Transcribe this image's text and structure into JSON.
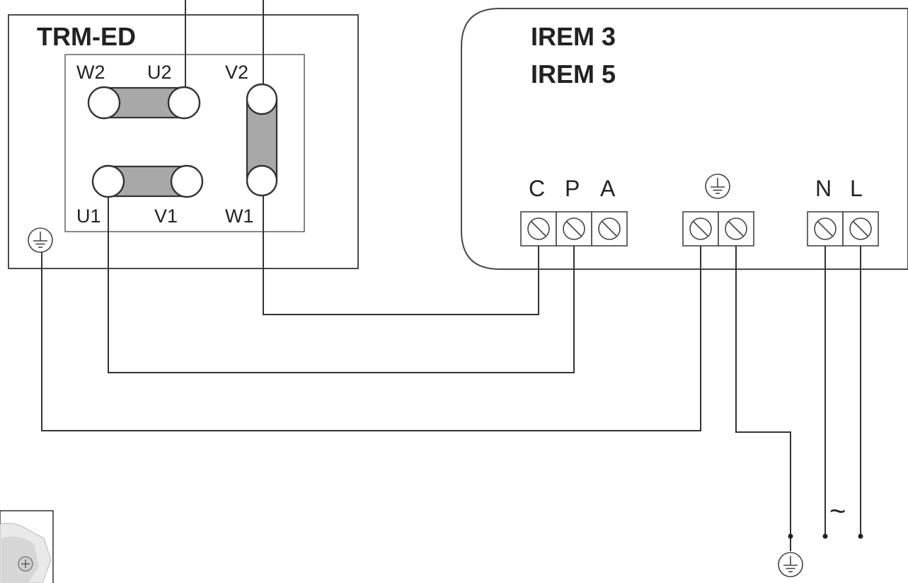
{
  "motor": {
    "title": "TRM-ED",
    "terminals": {
      "w2": "W2",
      "u2": "U2",
      "v2": "V2",
      "u1": "U1",
      "v1": "V1",
      "w1": "W1"
    }
  },
  "controller": {
    "title_line1": "IREM 3",
    "title_line2": "IREM 5",
    "terminal_c": "C",
    "terminal_p": "P",
    "terminal_a": "A",
    "terminal_n": "N",
    "terminal_l": "L"
  },
  "supply": {
    "ac_symbol": "~"
  },
  "icons": {
    "earth": "earth-ground-icon",
    "screw": "screw-terminal-icon"
  },
  "colors": {
    "line": "#333333",
    "link_fill": "#a8a8a8"
  }
}
